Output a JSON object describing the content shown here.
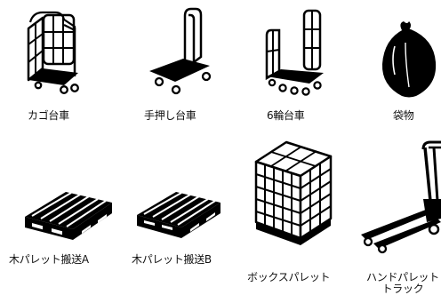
{
  "colors": {
    "ink": "#000000",
    "paper": "#ffffff",
    "text": "#111111"
  },
  "items": [
    {
      "label": "カゴ台車",
      "icon": "roll-cage-cart-icon"
    },
    {
      "label": "手押し台車",
      "icon": "hand-cart-icon"
    },
    {
      "label": "6輪台車",
      "icon": "six-wheel-cart-icon"
    },
    {
      "label": "袋物",
      "icon": "bag-icon"
    },
    {
      "label": "木パレット搬送A",
      "icon": "wooden-pallet-icon"
    },
    {
      "label": "木パレット搬送B",
      "icon": "wooden-pallet-icon"
    },
    {
      "label": "ボックスパレット",
      "icon": "box-pallet-icon"
    },
    {
      "label": "ハンドパレット",
      "label2": "トラック",
      "icon": "hand-pallet-truck-icon"
    }
  ]
}
